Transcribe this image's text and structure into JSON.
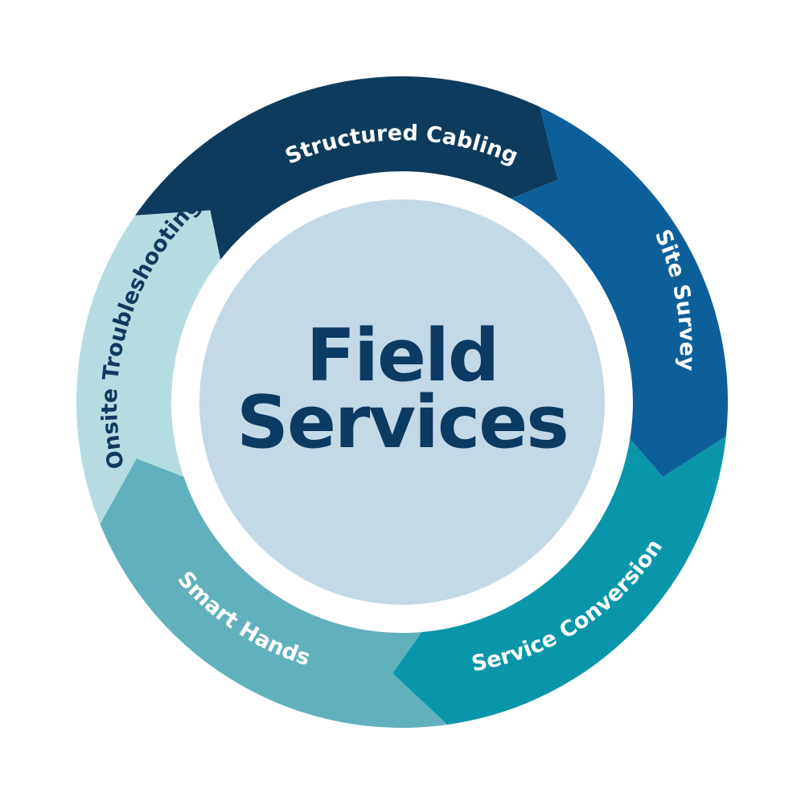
{
  "center": {
    "line1": "Field",
    "line2": "Services",
    "fill": "#c4d9e6",
    "text_color": "#0b3a63"
  },
  "segments": [
    {
      "id": "structured-cabling",
      "label": "Structured Cabling",
      "color": "#0d3b5e",
      "text_color": "#ffffff"
    },
    {
      "id": "site-survey",
      "label": "Site Survey",
      "color": "#0d5f9a",
      "text_color": "#ffffff"
    },
    {
      "id": "service-conversion",
      "label": "Service Conversion",
      "color": "#0a96aa",
      "text_color": "#ffffff"
    },
    {
      "id": "smart-hands",
      "label": "Smart Hands",
      "color": "#60b1bd",
      "text_color": "#ffffff"
    },
    {
      "id": "onsite-troubleshooting",
      "label": "Onsite Troubleshooting",
      "color": "#b5dde1",
      "text_color": "#0f3a5f"
    }
  ]
}
